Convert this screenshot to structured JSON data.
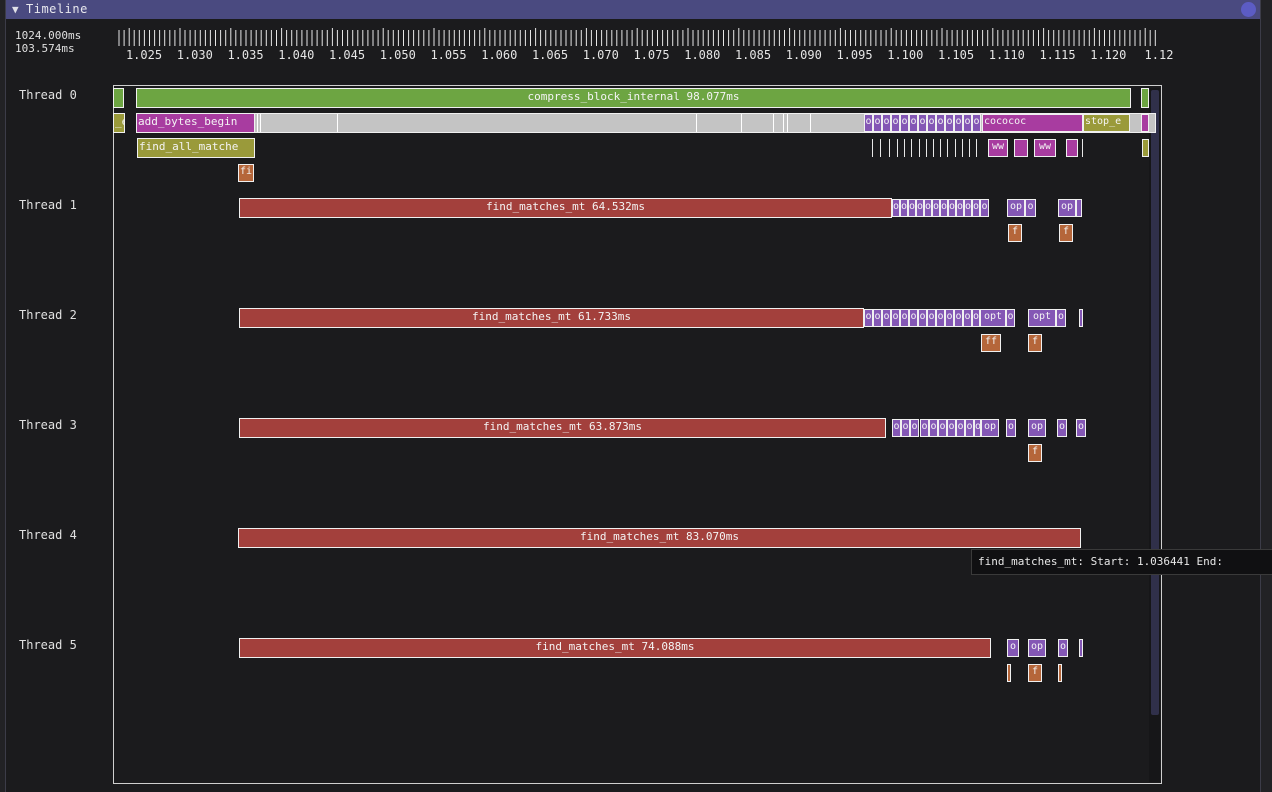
{
  "window": {
    "title": "Timeline",
    "collapse_glyph": "▼"
  },
  "readout": {
    "offset": "1024.000ms",
    "range": "103.574ms"
  },
  "ruler": {
    "labels": [
      "1.025",
      "1.030",
      "1.035",
      "1.040",
      "1.045",
      "1.050",
      "1.055",
      "1.060",
      "1.065",
      "1.070",
      "1.075",
      "1.080",
      "1.085",
      "1.090",
      "1.095",
      "1.100",
      "1.105",
      "1.110",
      "1.115",
      "1.120",
      "1.12"
    ]
  },
  "threads": [
    {
      "label": "Thread 0"
    },
    {
      "label": "Thread 1"
    },
    {
      "label": "Thread 2"
    },
    {
      "label": "Thread 3"
    },
    {
      "label": "Thread 4"
    },
    {
      "label": "Thread 5"
    }
  ],
  "bars": {
    "t0_left_stub": "",
    "t0_compress": "compress_block_internal 98.077ms",
    "t0_right_stub": "",
    "t0_e": "_e",
    "t0_add_bytes": "add_bytes_begin",
    "t0_coo": "cocococ",
    "t0_stop": "stop_e",
    "t0_find_all": "find_all_matche",
    "t0_fi": "fi",
    "t0_ww": "ww",
    "t0_ww2": "ww",
    "t1_find": "find_matches_mt 64.532ms",
    "t1_op": "op",
    "t1_op2": "op",
    "t2_find": "find_matches_mt 61.733ms",
    "t2_opt": "opt",
    "t2_opt2": "opt",
    "t3_find": "find_matches_mt 63.873ms",
    "t3_op": "op",
    "t3_op2": "op",
    "t4_find": "find_matches_mt 83.070ms",
    "t5_find": "find_matches_mt 74.088ms",
    "t5_op": "op",
    "small_o": "o",
    "small_f": "f",
    "small_ff": "ff"
  },
  "tooltip": {
    "text": "find_matches_mt: Start: 1.036441 End:"
  },
  "colors": {
    "titlebar": "#4a4a80",
    "compress": "#6da542",
    "find_matches": "#a3403c",
    "small_purple": "#8457b5",
    "small_orange": "#b5663a",
    "add_bytes": "#a83ca0",
    "find_all": "#9a9a3a"
  },
  "icons": {
    "collapse": "triangle-down-icon",
    "close": "circle-button-icon"
  }
}
